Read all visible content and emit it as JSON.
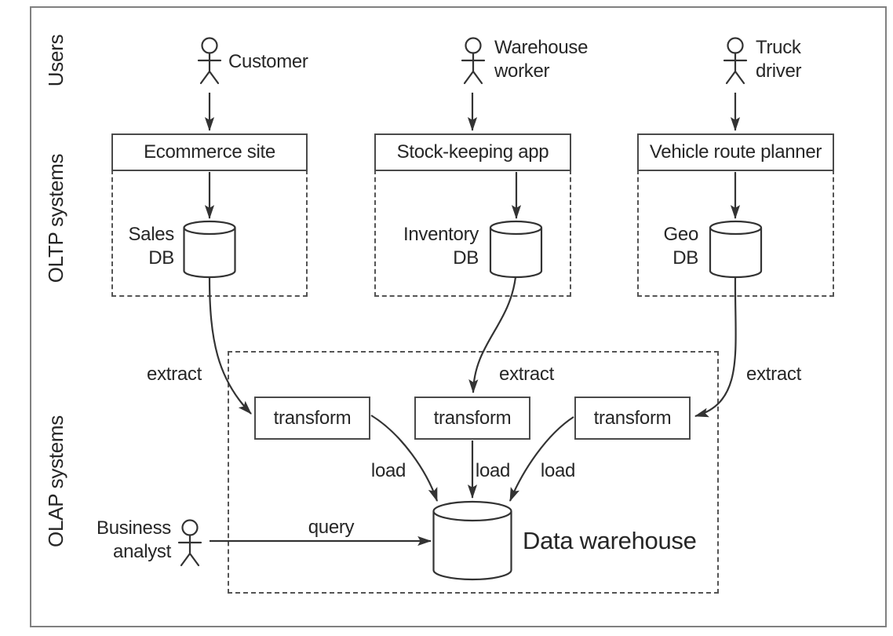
{
  "diagram": {
    "lanes": {
      "users_label": "Users",
      "oltp_label": "OLTP systems",
      "olap_label": "OLAP systems"
    },
    "actors": {
      "customer": "Customer",
      "warehouse_worker": "Warehouse\nworker",
      "truck_driver": "Truck\ndriver",
      "business_analyst": "Business\nanalyst"
    },
    "oltp_apps": {
      "ecommerce": "Ecommerce site",
      "stock_keeping": "Stock-keeping app",
      "vehicle_route": "Vehicle route planner"
    },
    "databases": {
      "sales": "Sales\nDB",
      "inventory": "Inventory\nDB",
      "geo": "Geo\nDB",
      "warehouse": "Data warehouse"
    },
    "etl": {
      "extract": "extract",
      "transform": "transform",
      "load": "load",
      "query": "query"
    },
    "colors": {
      "stroke": "#333333",
      "dash": "#555555",
      "box_border": "#4a4a4a",
      "text": "#262626",
      "frame": "#808080",
      "background": "#ffffff"
    }
  }
}
